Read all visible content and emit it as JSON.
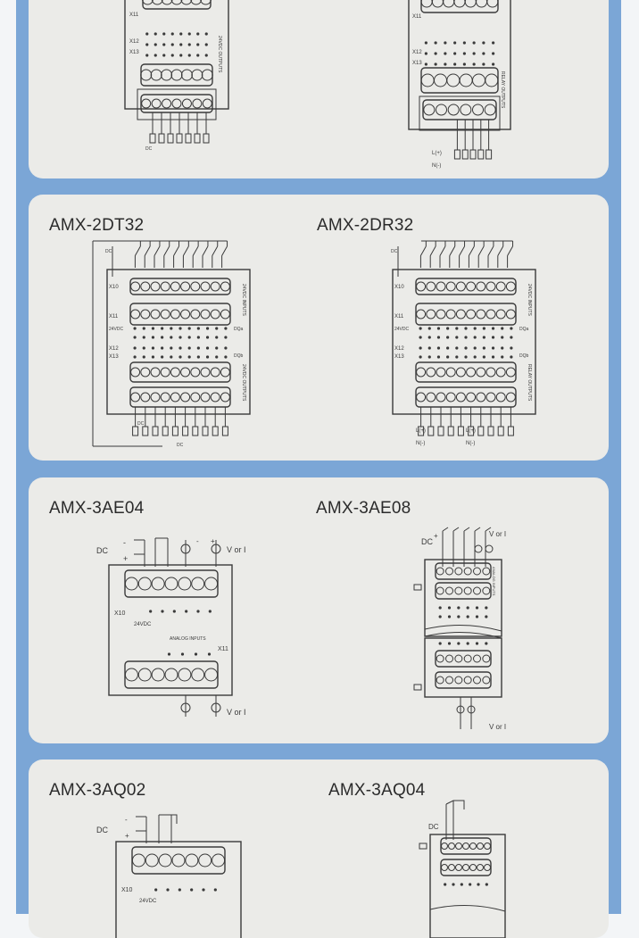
{
  "panels": [
    {
      "titles": [
        "",
        ""
      ]
    },
    {
      "titles": [
        "AMX-2DT32",
        "AMX-2DR32"
      ]
    },
    {
      "titles": [
        "AMX-3AE04",
        "AMX-3AE08"
      ]
    },
    {
      "titles": [
        "AMX-3AQ02",
        "AMX-3AQ04"
      ]
    }
  ],
  "labels": {
    "x10": "X10",
    "x11": "X11",
    "x12": "X12",
    "x13": "X13",
    "dc": "DC",
    "dc_small": "DC",
    "v24": "24VDC",
    "outputs_24": "24VDC OUTPUTS",
    "relay_outputs": "RELAY OUTPUTS",
    "inputs_24": "24VDC INPUTS",
    "analog_inputs": "ANALOG INPUTS",
    "v_or_i": "V or I",
    "l_plus": "L(+)",
    "n_minus": "N(-)",
    "plus": "+",
    "minus": "-",
    "dq": "DQb",
    "dqa": "DQa"
  },
  "colors": {
    "frame": "#7ba6d6",
    "panel": "#ebebe8",
    "line": "#3a3a3a"
  }
}
